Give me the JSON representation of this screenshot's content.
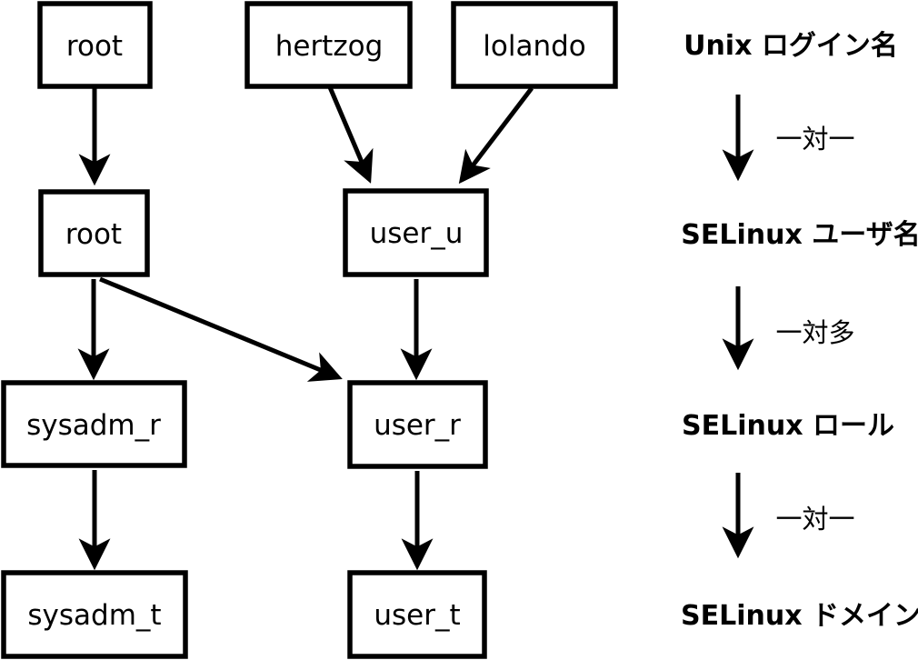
{
  "diagram": {
    "title_hint": "Unix login to SELinux identity mapping",
    "colors": {
      "background": "#ffffff",
      "line": "#000000",
      "box_fill": "#ffffff",
      "text": "#000000"
    },
    "nodes": {
      "unix_root": {
        "label": "root"
      },
      "unix_hertzog": {
        "label": "hertzog"
      },
      "unix_lolando": {
        "label": "lolando"
      },
      "seuser_root": {
        "label": "root"
      },
      "seuser_user_u": {
        "label": "user_u"
      },
      "role_sysadm_r": {
        "label": "sysadm_r"
      },
      "role_user_r": {
        "label": "user_r"
      },
      "domain_sysadm_t": {
        "label": "sysadm_t"
      },
      "domain_user_t": {
        "label": "user_t"
      }
    },
    "edges": [
      {
        "from": "unix_root",
        "to": "seuser_root"
      },
      {
        "from": "unix_hertzog",
        "to": "seuser_user_u"
      },
      {
        "from": "unix_lolando",
        "to": "seuser_user_u"
      },
      {
        "from": "seuser_root",
        "to": "role_sysadm_r"
      },
      {
        "from": "seuser_root",
        "to": "role_user_r"
      },
      {
        "from": "seuser_user_u",
        "to": "role_user_r"
      },
      {
        "from": "role_sysadm_r",
        "to": "domain_sysadm_t"
      },
      {
        "from": "role_user_r",
        "to": "domain_user_t"
      }
    ],
    "legend": {
      "levels": [
        {
          "label": "Unix ログイン名"
        },
        {
          "label": "SELinux ユーザ名"
        },
        {
          "label": "SELinux ロール"
        },
        {
          "label": "SELinux ドメイン"
        }
      ],
      "relations": [
        {
          "label": "一対一"
        },
        {
          "label": "一対多"
        },
        {
          "label": "一対一"
        }
      ]
    }
  }
}
